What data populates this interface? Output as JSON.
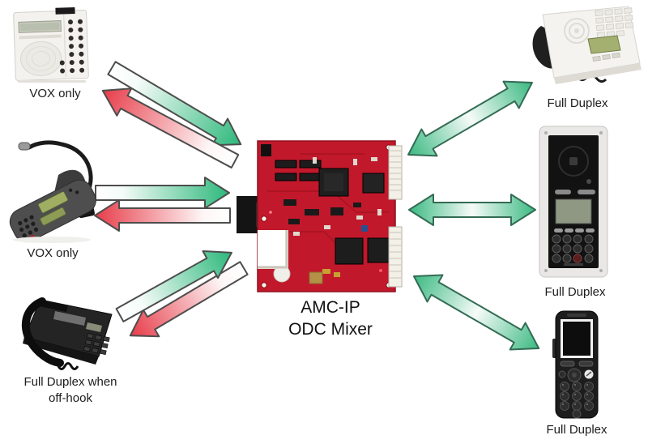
{
  "diagram": {
    "center_device": {
      "name": "AMC-IP ODC Mixer circuit board",
      "label_line1": "AMC-IP",
      "label_line2": "ODC Mixer"
    },
    "devices": {
      "top_left": {
        "kind": "intercom-station",
        "label": "VOX only"
      },
      "middle_left": {
        "kind": "gooseneck-desk-station",
        "label": "VOX only"
      },
      "bottom_left": {
        "kind": "analog-desk-telephone",
        "label_line1": "Full Duplex when",
        "label_line2": "off-hook"
      },
      "top_right": {
        "kind": "desk-phone",
        "label": "Full Duplex"
      },
      "middle_right": {
        "kind": "door-station",
        "label": "Full Duplex"
      },
      "bottom_right": {
        "kind": "handheld-phone",
        "label": "Full Duplex"
      }
    },
    "arrows": [
      {
        "name": "top-left-to-mixer",
        "type": "one-way",
        "color_head": "#2db87b",
        "meaning": "audio toward mixer"
      },
      {
        "name": "mixer-to-top-left",
        "type": "one-way",
        "color_head": "#e73c49",
        "meaning": "audio toward device"
      },
      {
        "name": "middle-left-to-mixer",
        "type": "one-way",
        "color_head": "#2db87b",
        "meaning": "audio toward mixer"
      },
      {
        "name": "mixer-to-middle-left",
        "type": "one-way",
        "color_head": "#e73c49",
        "meaning": "audio toward device"
      },
      {
        "name": "bottom-left-to-mixer",
        "type": "one-way",
        "color_head": "#2db87b",
        "meaning": "audio toward mixer"
      },
      {
        "name": "mixer-to-bottom-left",
        "type": "one-way",
        "color_head": "#e73c49",
        "meaning": "audio toward device"
      },
      {
        "name": "mixer-top-right",
        "type": "two-way",
        "color_head": "#3bb981",
        "meaning": "full duplex audio"
      },
      {
        "name": "mixer-middle-right",
        "type": "two-way",
        "color_head": "#3bb981",
        "meaning": "full duplex audio"
      },
      {
        "name": "mixer-bottom-right",
        "type": "two-way",
        "color_head": "#3bb981",
        "meaning": "full duplex audio"
      }
    ],
    "colors": {
      "background": "#ffffff",
      "board_red": "#c2182b",
      "arrow_green": "#2db87b",
      "arrow_red": "#e73c49",
      "single_arrow_outline": "#4d4d4d",
      "double_arrow_outline": "#336b54",
      "label_text": "#1c1c1c"
    }
  }
}
